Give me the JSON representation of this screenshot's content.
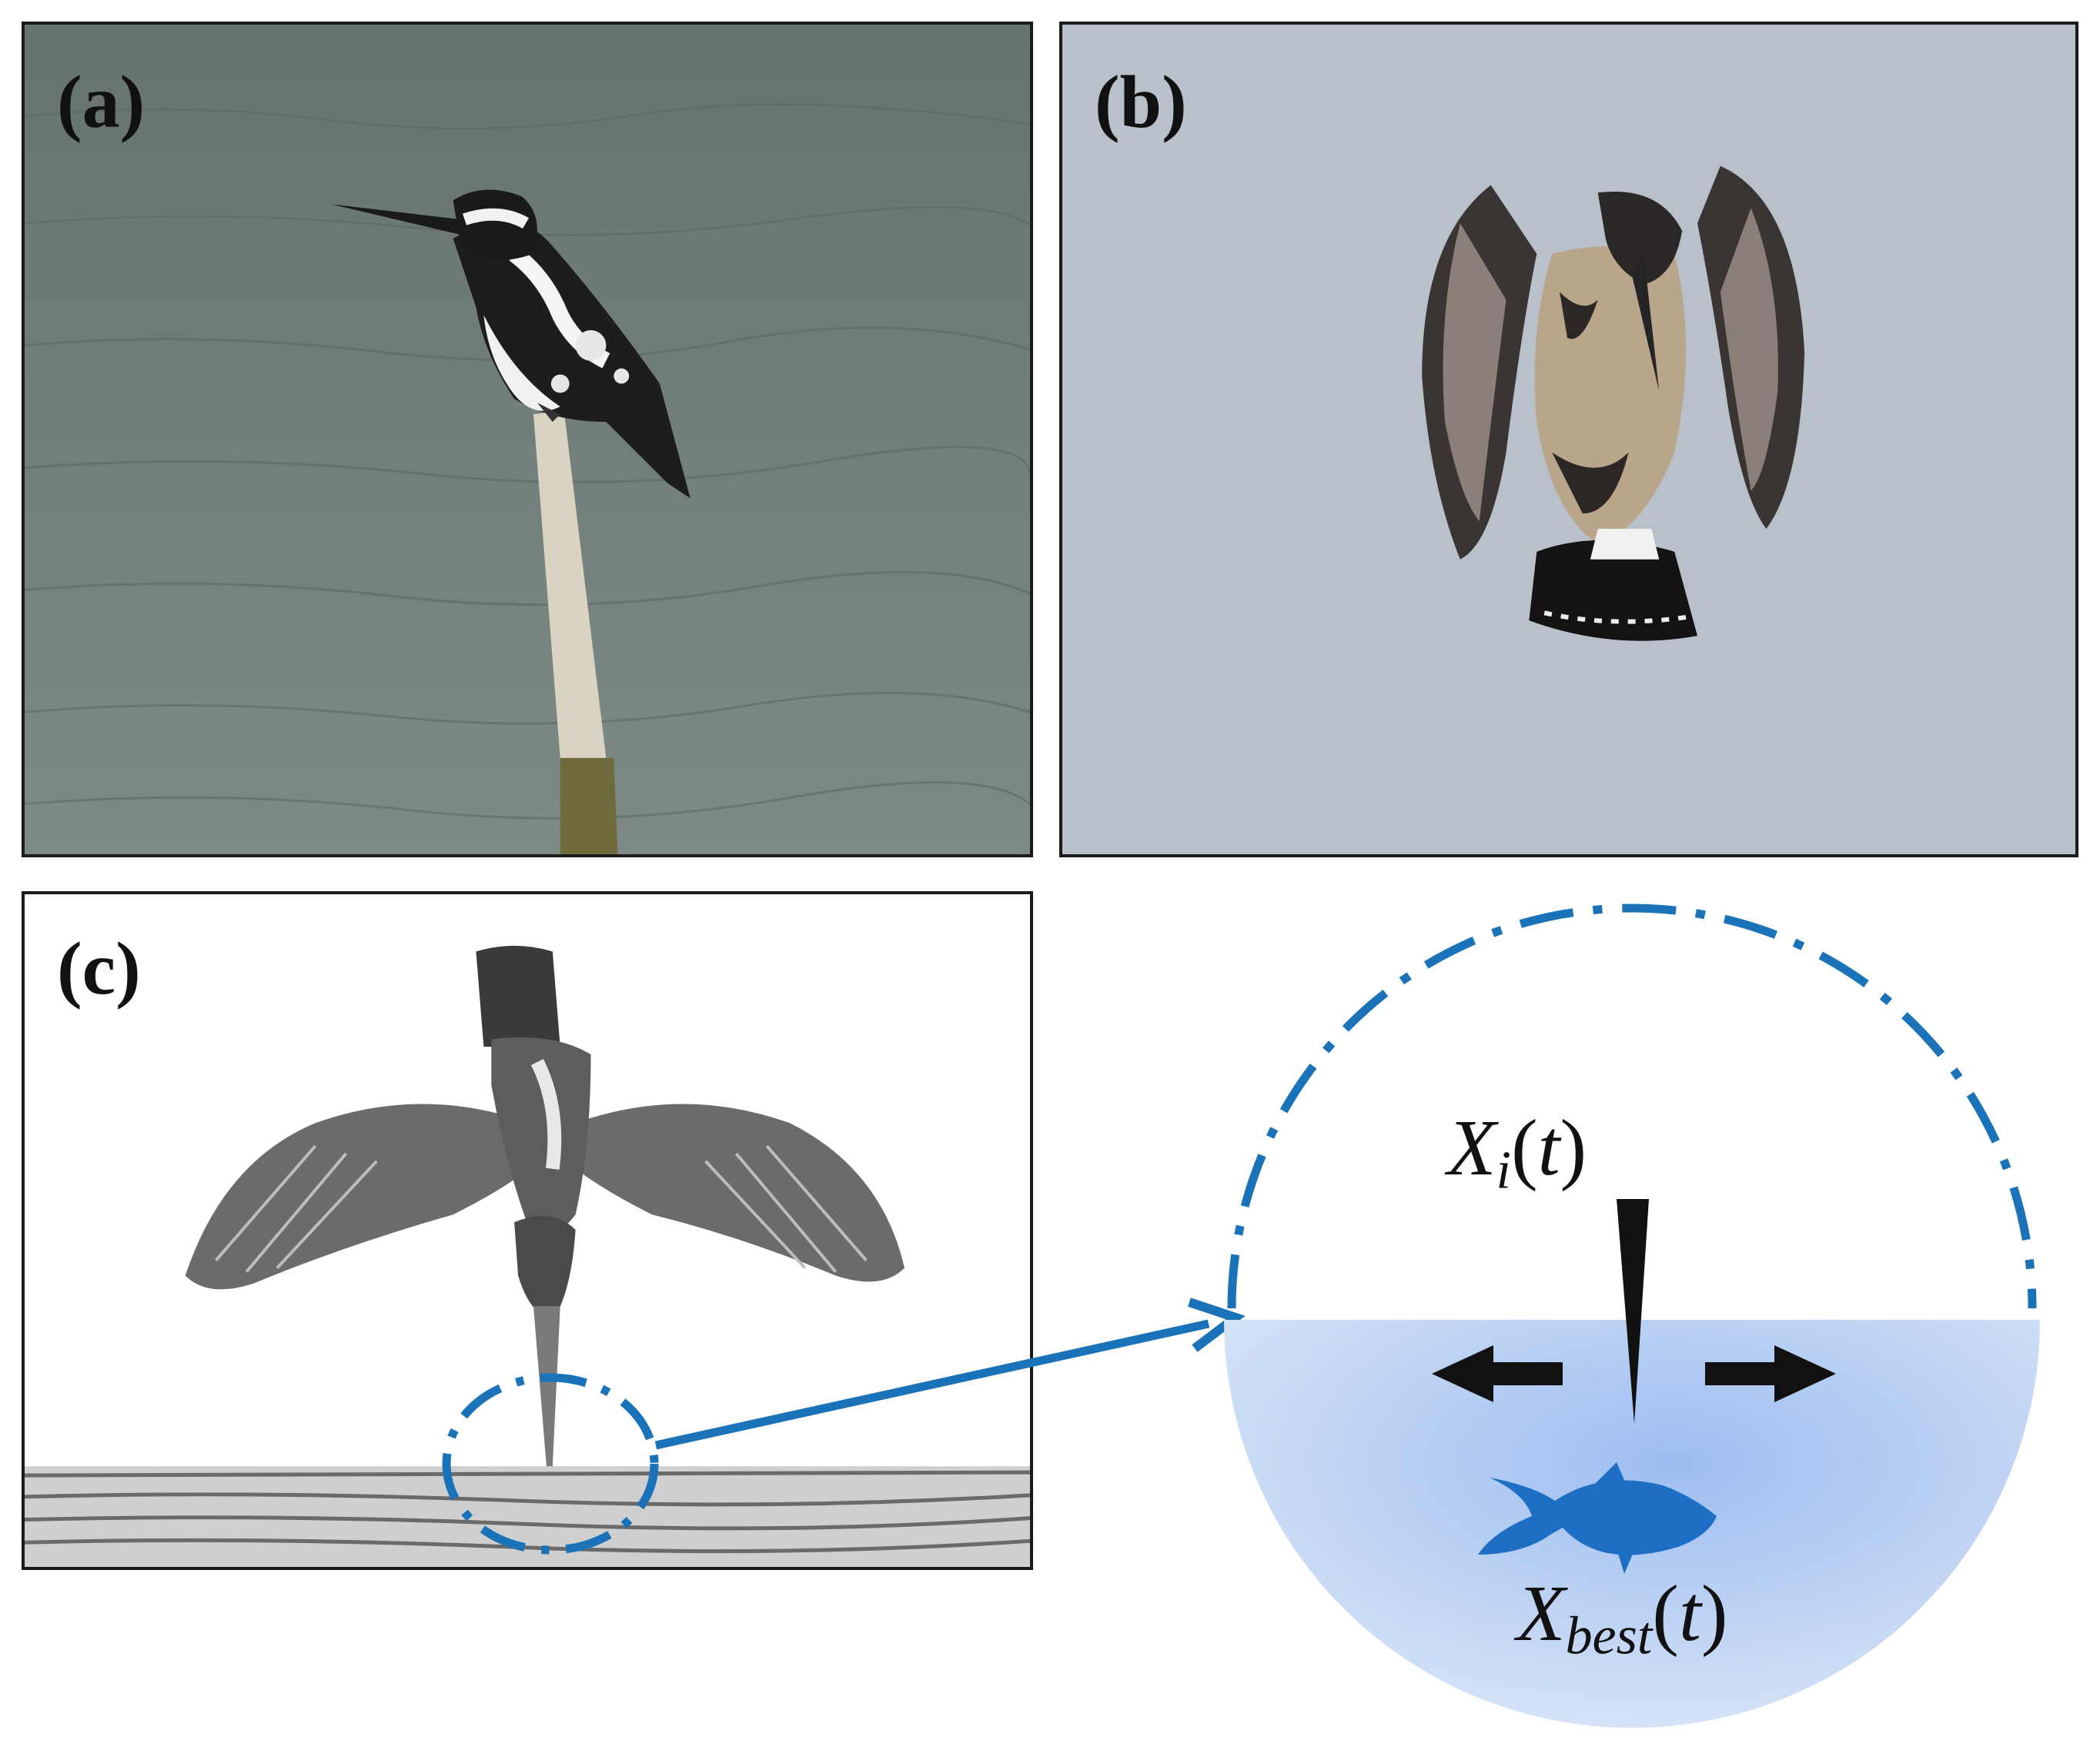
{
  "panels": {
    "a": {
      "label": "(a)"
    },
    "b": {
      "label": "(b)"
    },
    "c": {
      "label": "(c)"
    }
  },
  "diagram": {
    "xi": {
      "base": "X",
      "sub": "i",
      "arg": "t"
    },
    "xbest": {
      "base": "X",
      "sub": "best",
      "arg": "t"
    },
    "colors": {
      "accent": "#1a73b8",
      "water": "#c9dcf5",
      "water_center": "#9dbdf0",
      "fish": "#1e6fc4",
      "arrows": "#111111"
    },
    "icons": [
      "kingfisher-perched-photo",
      "kingfisher-hovering-photo",
      "kingfisher-diving-photo",
      "fish-icon",
      "beak-icon",
      "left-arrow-icon",
      "right-arrow-icon"
    ]
  }
}
